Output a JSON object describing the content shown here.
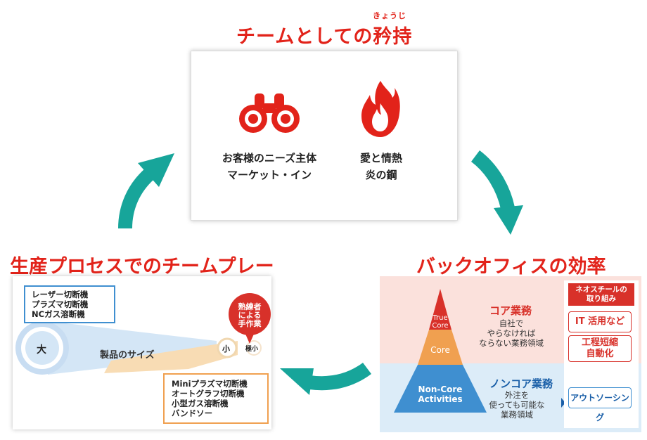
{
  "top": {
    "title": "チームとしての矜持",
    "ruby": "きょうじ",
    "item1_line1": "お客様のニーズ主体",
    "item1_line2": "マーケット・イン",
    "item2_line1": "愛と情熱",
    "item2_line2": "炎の鋼"
  },
  "left": {
    "title": "生産プロセスでのチームプレー",
    "blue_box": [
      "レーザー切断機",
      "プラズマ切断機",
      "NCガス溶断機"
    ],
    "large_label": "大",
    "size_label": "製品のサイズ",
    "small_label": "小",
    "tiny_label": "極小",
    "bubble": [
      "熟練者",
      "による",
      "手作業"
    ],
    "orange_box": [
      "Miniプラズマ切断機",
      "オートグラフ切断機",
      "小型ガス溶断機",
      "バンドソー"
    ]
  },
  "right": {
    "title": "バックオフィスの効率",
    "pyramid": {
      "true_core": [
        "True",
        "Core"
      ],
      "core": "Core",
      "non_core": [
        "Non-Core",
        "Activities"
      ]
    },
    "core_heading": "コア業務",
    "core_desc": [
      "自社で",
      "やらなければ",
      "ならない業務領域"
    ],
    "noncore_heading": "ノンコア業務",
    "noncore_desc": [
      "外注を",
      "使っても可能な",
      "業務領域"
    ],
    "neo_label": [
      "ネオスチールの",
      "取り組み"
    ],
    "btn_it": "IT 活用など",
    "btn_process": [
      "工程短縮",
      "自動化"
    ],
    "btn_outsourcing": "アウトソーシング"
  },
  "colors": {
    "accent_red": "#e2231a",
    "teal_arrow": "#17a59a",
    "blue": "#3f8fd0",
    "orange": "#f0a050",
    "pink_bg": "#fbe1dc",
    "light_blue_bg": "#dcecf8"
  }
}
